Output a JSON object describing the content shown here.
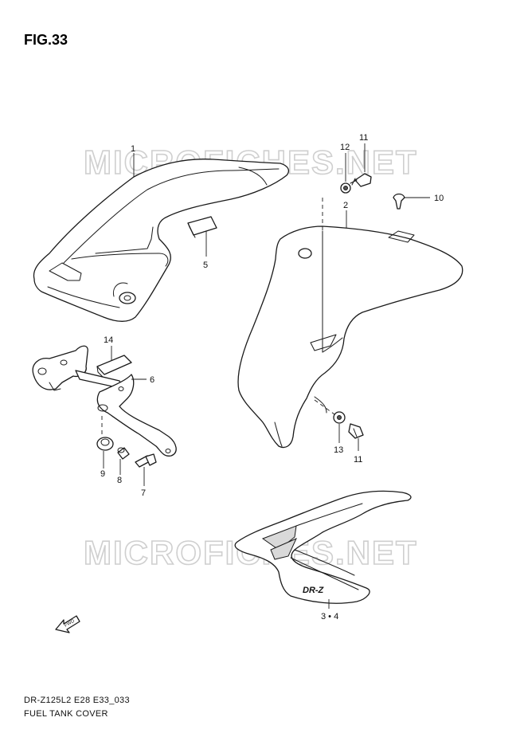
{
  "figure": {
    "title": "FIG.33"
  },
  "watermark": {
    "text": "MICROFICHES.NET"
  },
  "callouts": {
    "p1": "1",
    "p2": "2",
    "p34": "3 • 4",
    "p5": "5",
    "p6": "6",
    "p7": "7",
    "p8": "8",
    "p9": "9",
    "p10": "10",
    "p11_top": "11",
    "p11_bottom": "11",
    "p12": "12",
    "p13": "13",
    "p14": "14"
  },
  "decal_text": "DR-Z",
  "fwd_arrow_text": "FWD",
  "footer": {
    "code": "DR-Z125L2 E28 E33_033",
    "name": "FUEL TANK COVER"
  }
}
